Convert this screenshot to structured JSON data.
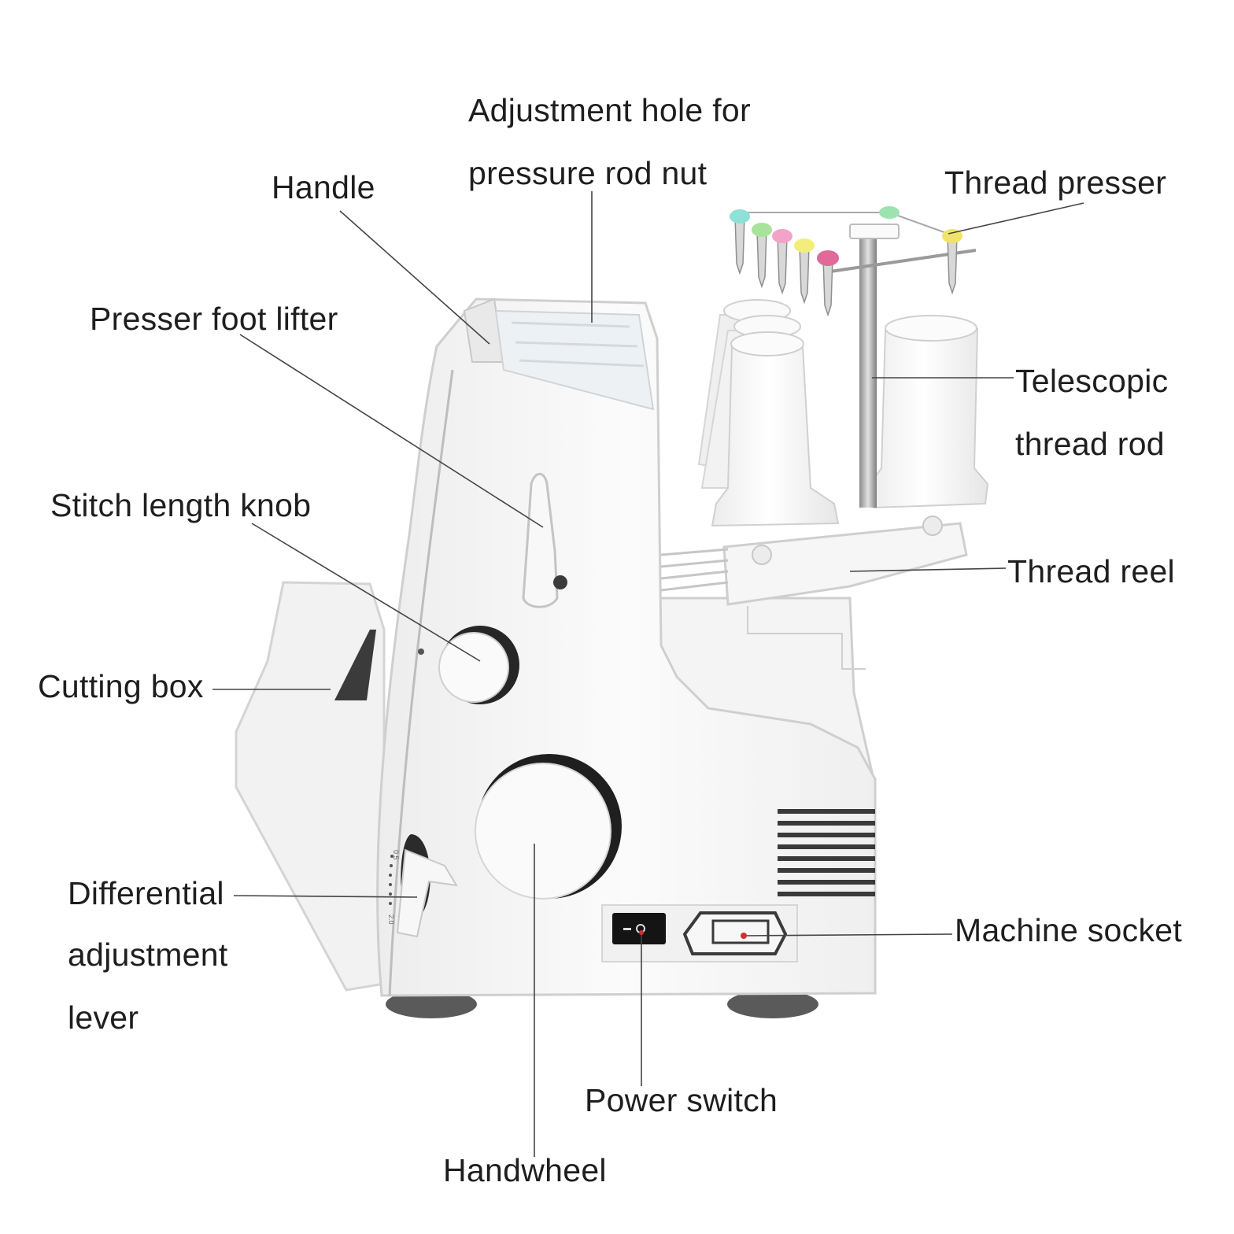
{
  "labels": {
    "adjustment_hole_line1": "Adjustment hole for",
    "adjustment_hole_line2": "pressure rod nut",
    "handle": "Handle",
    "thread_presser": "Thread presser",
    "presser_foot_lifter": "Presser foot lifter",
    "telescopic_line1": "Telescopic",
    "telescopic_line2": "thread rod",
    "stitch_length_knob": "Stitch length knob",
    "thread_reel": "Thread reel",
    "cutting_box": "Cutting box",
    "differential_line1": "Differential",
    "differential_line2": "adjustment",
    "differential_line3": "lever",
    "machine_socket": "Machine socket",
    "power_switch": "Power switch",
    "handwheel": "Handwheel"
  },
  "dial_marks": {
    "top": "0.5",
    "bottom": "2.0"
  },
  "colors": {
    "machine_body": "#f6f6f6",
    "outline": "#c9c9c9",
    "leader_line": "#444444",
    "red_dot": "#d23030",
    "thread_guides": [
      "#8fe0d6",
      "#a7e39a",
      "#f4a3c8",
      "#f3ee7b",
      "#e06a9a",
      "#9de3b0",
      "#f1e36a"
    ]
  }
}
